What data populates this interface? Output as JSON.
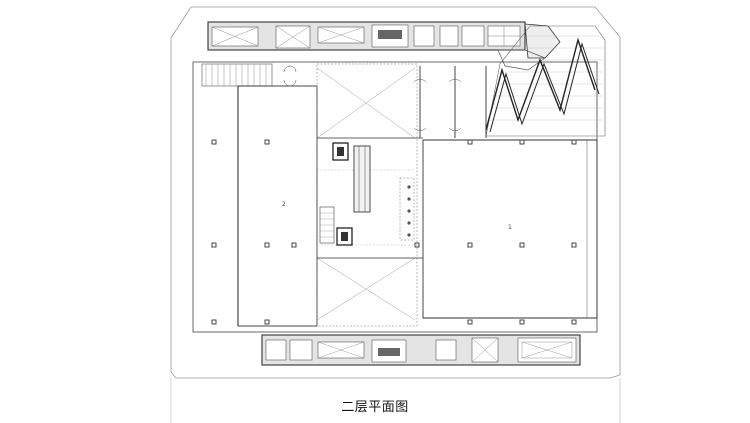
{
  "drawing": {
    "caption": "二层平面图",
    "room_labels": {
      "east_hall": "1",
      "west_hall": "2"
    },
    "line_color": "#333333",
    "light_line_color": "#9a9a9a",
    "background": "#ffffff"
  }
}
